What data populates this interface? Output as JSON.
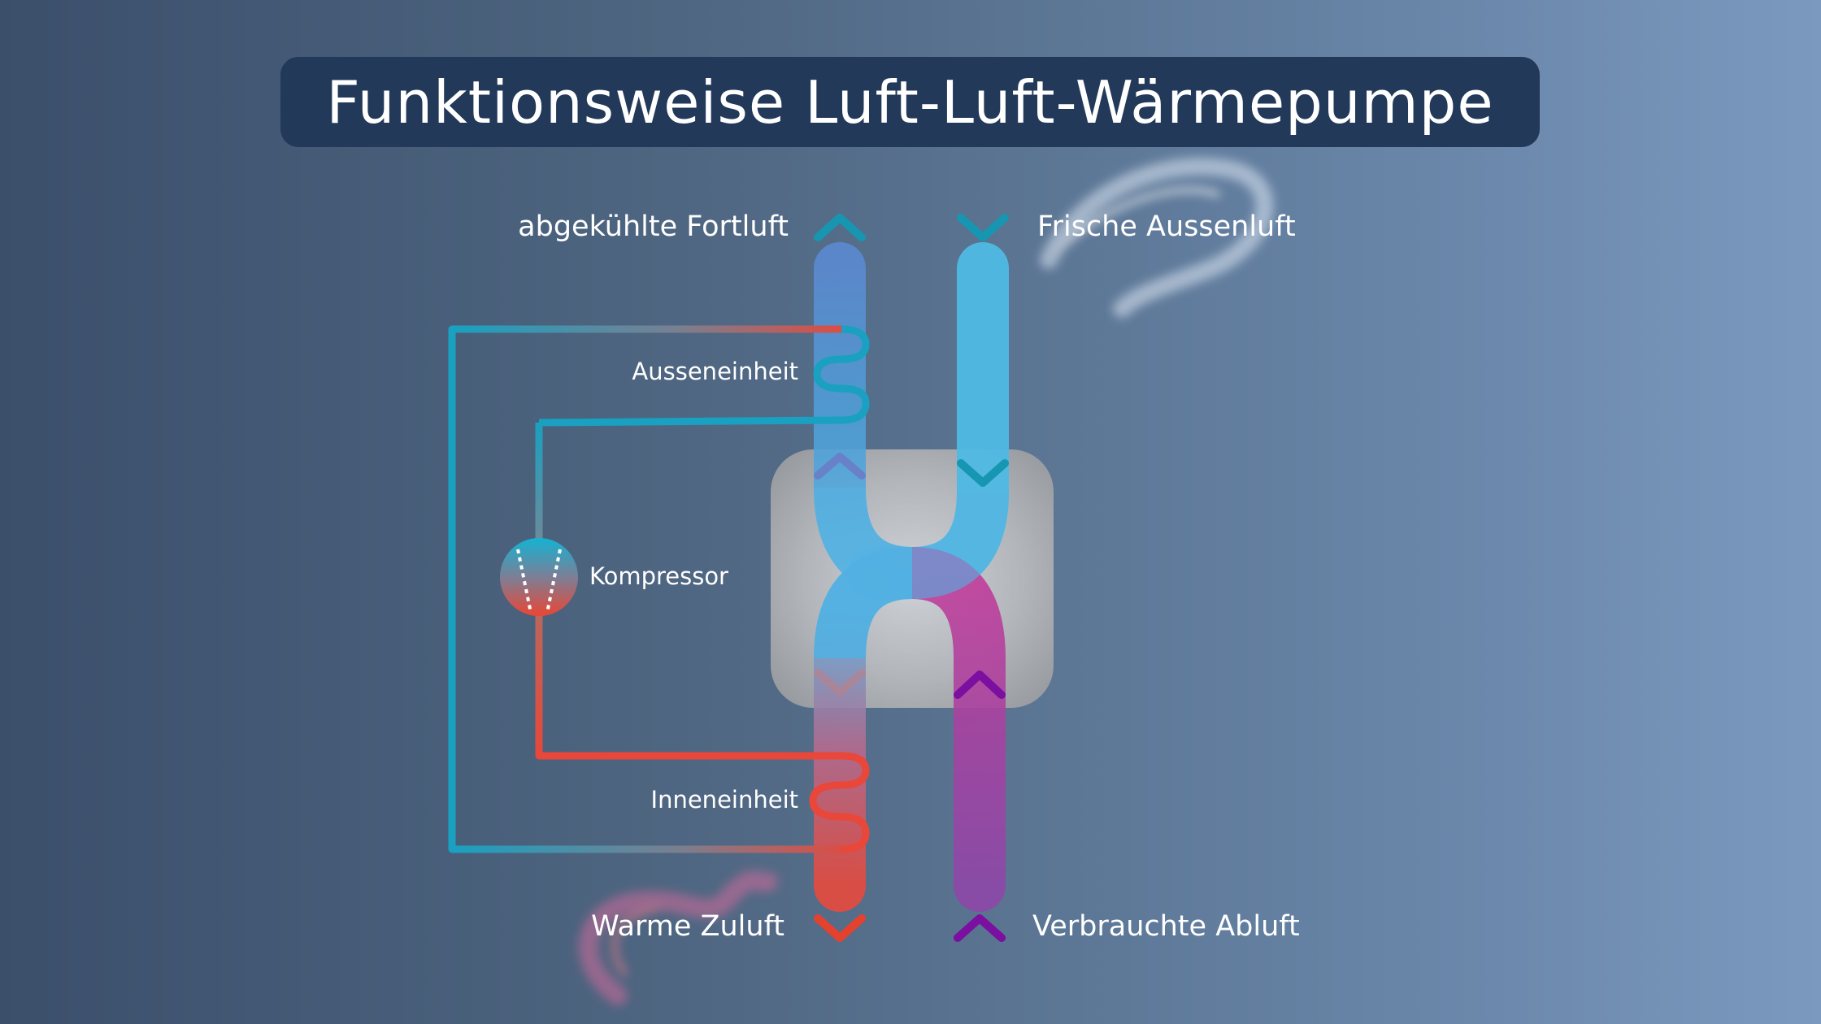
{
  "title": "Funktionsweise Luft-Luft-Wärmepumpe",
  "labels": {
    "exhaust_cooled": "abgekühlte Fortluft",
    "fresh_outside": "Frische Aussenluft",
    "outdoor_unit": "Ausseneinheit",
    "compressor": "Kompressor",
    "indoor_unit": "Inneneinheit",
    "warm_supply": "Warme Zuluft",
    "used_exhaust": "Verbrauchte Abluft"
  },
  "colors": {
    "background_left": "#3b4f6b",
    "background_right": "#7b99bf",
    "title_box": "#22395a",
    "refrigerant_cold": "#1aa0c0",
    "refrigerant_hot": "#e8473a",
    "fresh_air": "#4fb9e4",
    "exhaust_air": "#9a45a8",
    "warm_air": "#e04a3e",
    "heat_exchanger": "#b3b3b3",
    "arrow_teal": "#1796b2",
    "arrow_purple": "#7a0fa0",
    "arrow_red": "#e5412f"
  }
}
